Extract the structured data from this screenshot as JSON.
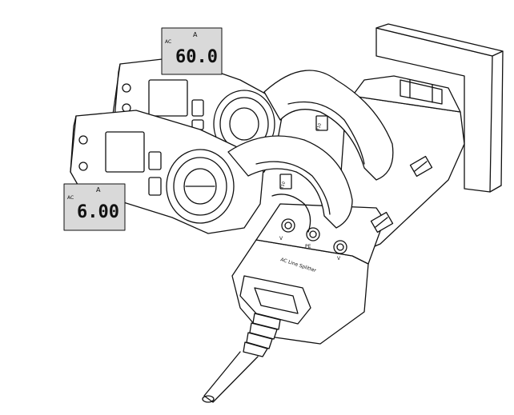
{
  "readout_top": {
    "ac": "AC",
    "unit": "A",
    "value": "60.0"
  },
  "readout_bottom": {
    "ac": "AC",
    "unit": "A",
    "value": "6.00"
  },
  "splitter": {
    "label": "AC Line Splitter",
    "jack_left": "V",
    "jack_center": "PE",
    "jack_right": "V",
    "slot_label": "X10"
  },
  "colors": {
    "line": "#111111",
    "lcd": "#d9d9d9",
    "body": "#ffffff"
  }
}
